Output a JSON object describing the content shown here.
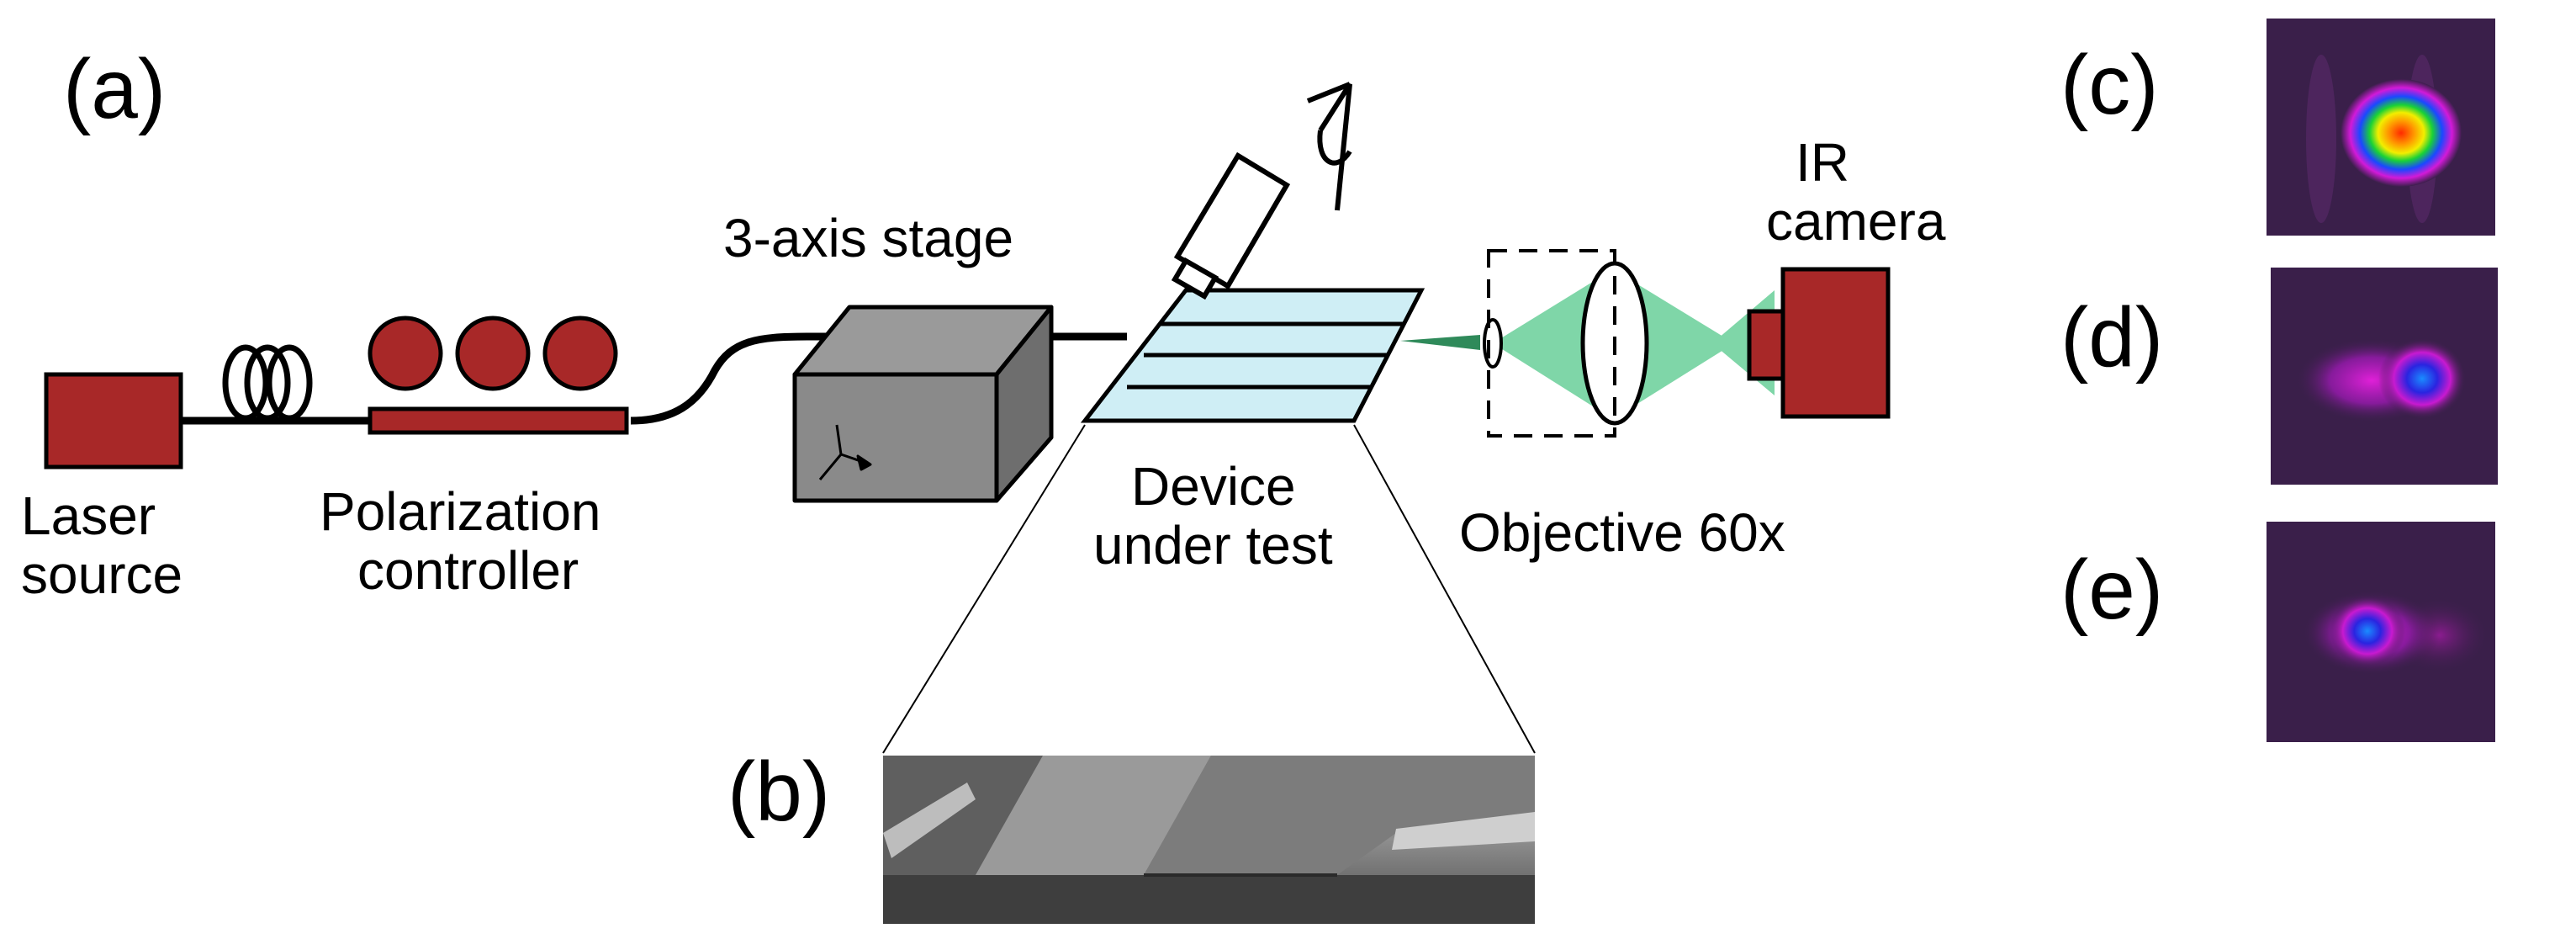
{
  "panel_labels": {
    "a": "(a)",
    "b": "(b)",
    "c": "(c)",
    "d": "(d)",
    "e": "(e)"
  },
  "labels": {
    "laser_line1": "Laser",
    "laser_line2": "source",
    "polarization_line1": "Polarization",
    "polarization_line2": "controller",
    "stage": "3-axis stage",
    "device_line1": "Device",
    "device_line2": "under test",
    "objective": "Objective 60x",
    "camera_line1": "IR",
    "camera_line2": "camera"
  },
  "colors": {
    "component_red": "#a82828",
    "stage_gray": "#8a8a8a",
    "chip_blue": "#cfeef5",
    "beam_green": "#7fd6a8",
    "mode_background": "#3a1f4a"
  },
  "icons": [
    "laser-source",
    "fiber-coil-icon",
    "polarization-paddles",
    "three-axis-stage",
    "microscope-icon",
    "eye-icon",
    "objective-lens",
    "ir-camera"
  ]
}
